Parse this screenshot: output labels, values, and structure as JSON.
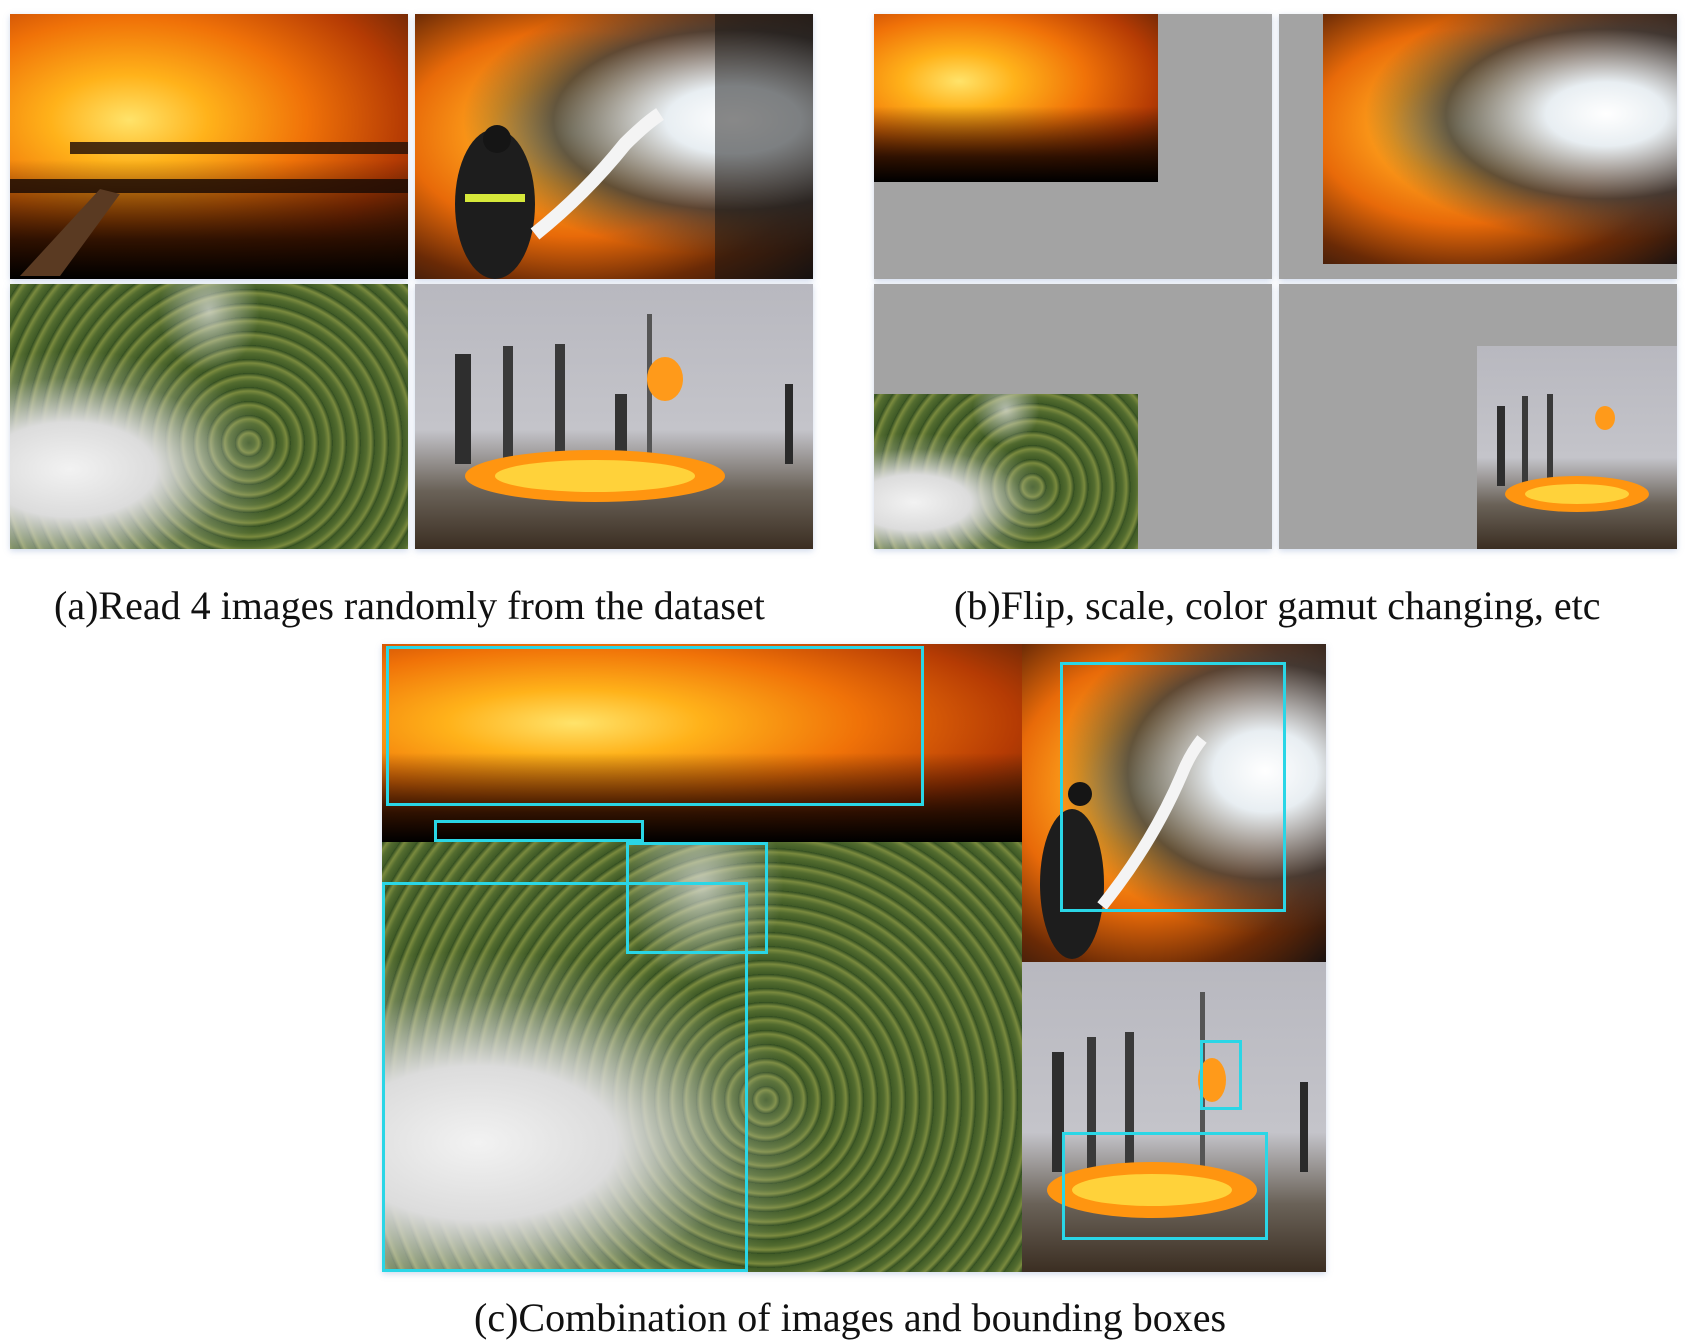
{
  "captions": {
    "a": "(a)Read 4 images randomly from the dataset",
    "b": "(b)Flip, scale, color gamut changing, etc",
    "c": "(c)Combination of images and bounding boxes"
  },
  "colors": {
    "bbox": "#2ad6e6",
    "gray_fill": "#a3a3a3"
  }
}
